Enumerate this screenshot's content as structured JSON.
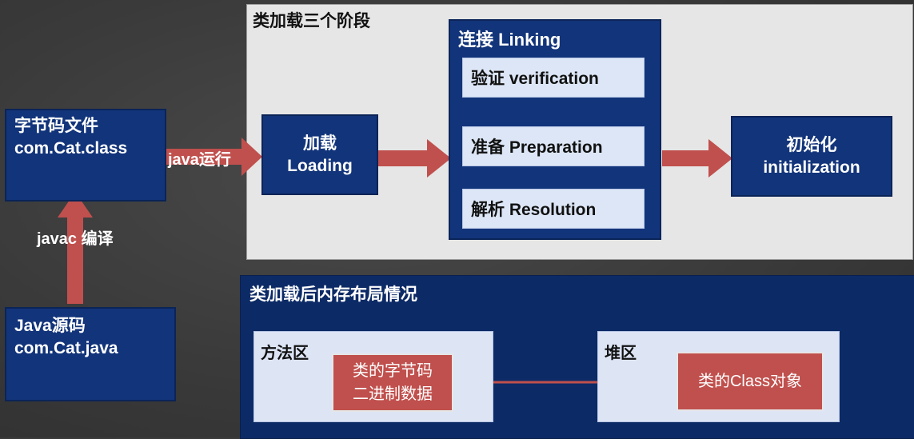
{
  "stages_panel": {
    "title": "类加载三个阶段"
  },
  "memory_panel": {
    "title": "类加载后内存布局情况"
  },
  "bytecode_file": {
    "line1": "字节码文件",
    "line2": "com.Cat.class"
  },
  "java_source": {
    "line1": "Java源码",
    "line2": "com.Cat.java"
  },
  "edge_compile": {
    "label": "javac 编译"
  },
  "edge_run": {
    "label": "java运行"
  },
  "loading": {
    "line1": "加载",
    "line2": "Loading"
  },
  "linking": {
    "title": "连接 Linking",
    "steps": [
      "验证 verification",
      "准备 Preparation",
      "解析 Resolution"
    ]
  },
  "initialization": {
    "line1": "初始化",
    "line2": "initialization"
  },
  "method_area": {
    "label": "方法区",
    "content_line1": "类的字节码",
    "content_line2": "二进制数据"
  },
  "heap_area": {
    "label": "堆区",
    "content": "类的Class对象"
  },
  "colors": {
    "arrow": "#c0504d",
    "box_blue": "#12347a",
    "panel_gray": "#e6e6e6"
  }
}
